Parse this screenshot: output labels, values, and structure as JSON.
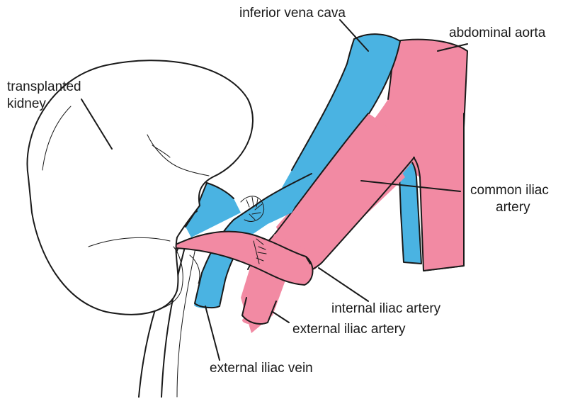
{
  "colors": {
    "vein": "#4ab3e2",
    "artery": "#f28aa3",
    "outline": "#1a1a1a",
    "background": "#ffffff"
  },
  "labels": {
    "inferior_vena_cava": "inferior vena cava",
    "abdominal_aorta": "abdominal aorta",
    "transplanted_kidney_line1": "transplanted",
    "transplanted_kidney_line2": "kidney",
    "common_iliac_artery_line1": "common iliac",
    "common_iliac_artery_line2": "artery",
    "internal_iliac_artery": "internal iliac artery",
    "external_iliac_artery": "external iliac artery",
    "external_iliac_vein": "external iliac vein"
  }
}
